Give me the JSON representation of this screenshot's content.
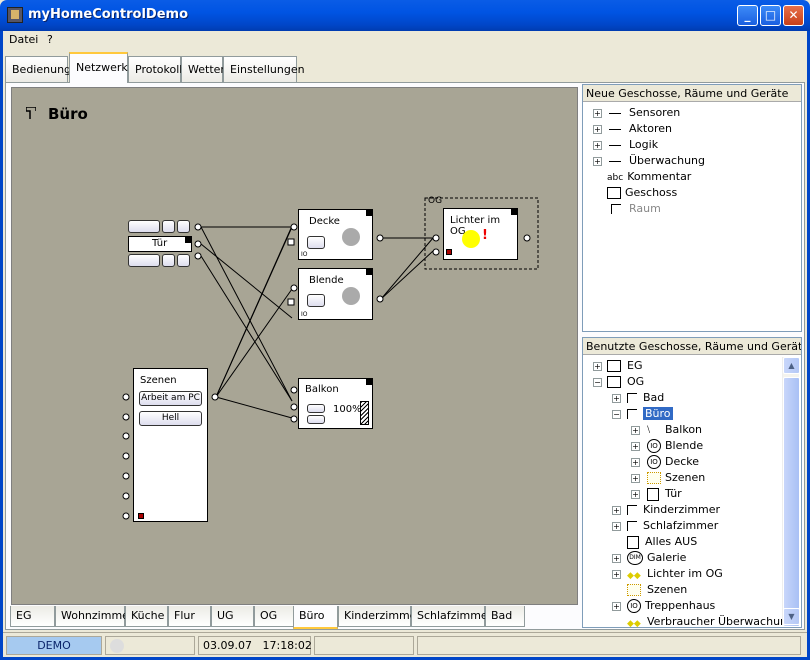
{
  "window": {
    "title": "myHomeControlDemo",
    "min": "_",
    "max": "□",
    "close": "✕"
  },
  "menu": [
    "Datei",
    "?"
  ],
  "top_tabs": [
    "Bedienung",
    "Netzwerk",
    "Protokoll",
    "Wetter",
    "Einstellungen"
  ],
  "active_top_tab": "Netzwerk",
  "canvas": {
    "room_title": "Büro",
    "group_label": "OG",
    "nodes": {
      "decke": "Decke",
      "blende": "Blende",
      "balkon": "Balkon",
      "balkon_level": "100%",
      "lichter": "Lichter im OG",
      "szenen": "Szenen",
      "szenen_btn1": "Arbeit am PC",
      "szenen_btn2": "Hell",
      "tuer": "Tür",
      "io": "IO"
    }
  },
  "bottom_tabs": [
    "EG",
    "Wohnzimmer",
    "Küche",
    "Flur",
    "UG",
    "OG",
    "Büro",
    "Kinderzimmer",
    "Schlafzimmer",
    "Bad"
  ],
  "active_bottom_tab": "Büro",
  "panel_new": {
    "header": "Neue Geschosse, Räume und Geräte",
    "items": [
      "Sensoren",
      "Aktoren",
      "Logik",
      "Überwachung",
      "Kommentar",
      "Geschoss",
      "Raum"
    ],
    "comment_icon": "abc"
  },
  "panel_used": {
    "header": "Benutzte Geschosse, Räume und Geräte",
    "items": [
      "EG",
      "OG",
      "Bad",
      "Büro",
      "Balkon",
      "Blende",
      "Decke",
      "Szenen",
      "Tür",
      "Kinderzimmer",
      "Schlafzimmer",
      "Alles AUS",
      "Galerie",
      "Lichter im OG",
      "Szenen",
      "Treppenhaus",
      "Verbraucher Überwachung"
    ],
    "io_icon": "IO",
    "dim_icon": "DIM"
  },
  "status": {
    "mode": "DEMO",
    "date": "03.09.07",
    "time": "17:18:02"
  },
  "colors": {
    "accent": "#ffc83c",
    "titlebar": "#0054e3",
    "canvas": "#a8a595",
    "demo_bg": "#a6caf0"
  }
}
